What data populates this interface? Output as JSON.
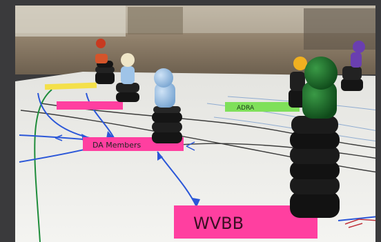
{
  "photo": {
    "labels": {
      "top_left": "",
      "pink_upper": "",
      "green_right": "ADRA",
      "center": "DA Members",
      "main": "WVBB"
    },
    "colors": {
      "frame": "#3a3a3c",
      "paper": "#eeeeea",
      "floor": "#8a7a66",
      "pink": "#ff3fa0",
      "green_label": "#7fe05a",
      "yellow_label": "#f4e04a",
      "arrow_blue": "#2b57d8",
      "line_green": "#1e8c3a",
      "stack_black": "#151515",
      "figure_green": "#1f6b2a",
      "figure_blue": "#9fc4e8",
      "figure_cream": "#efe6c8",
      "figure_red": "#c83a20",
      "figure_purple": "#6a3fb0",
      "figure_yellow": "#f0b020"
    }
  }
}
